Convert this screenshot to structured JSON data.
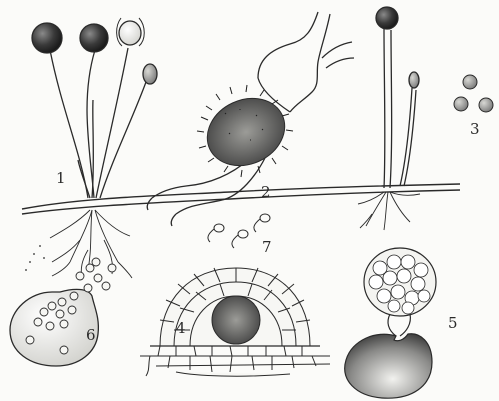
{
  "figure_numbers": {
    "n1": "1",
    "n2": "2",
    "n3": "3",
    "n4": "4",
    "n5": "5",
    "n6": "6",
    "n7": "7"
  },
  "colors": {
    "ink": "#2a2a2a",
    "paper": "#fbfbf9",
    "dark_fill": "#3a3a3a",
    "grey_fill": "#9a9a9a",
    "light_fill": "#e8e8e4"
  }
}
